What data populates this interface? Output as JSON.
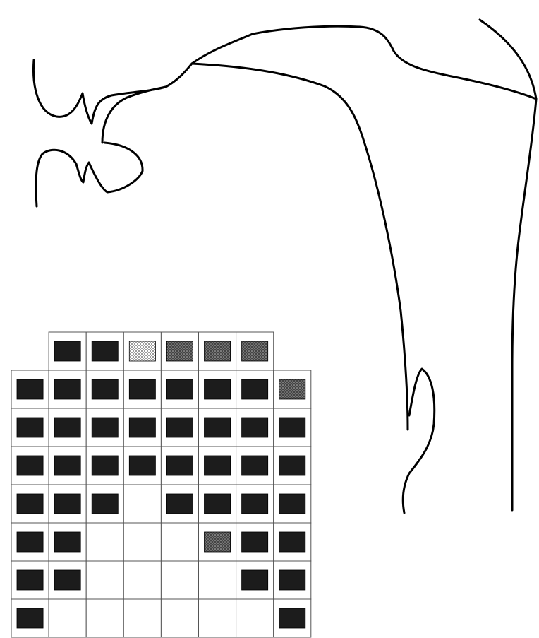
{
  "figure": {
    "outline_color": "#000000",
    "grid_line_color": "#555555",
    "fill_solid": "#1c1c1c",
    "fill_stipple_dark": "#3a3a3a",
    "fill_stipple_light": "#aaaaaa"
  },
  "electrode_grid": {
    "rows": [
      [
        "none",
        "solid",
        "solid",
        "stipple-light",
        "stipple-dark",
        "stipple-dark",
        "stipple-dark",
        "none"
      ],
      [
        "solid",
        "solid",
        "solid",
        "solid",
        "solid",
        "solid",
        "solid",
        "stipple-dark"
      ],
      [
        "solid",
        "solid",
        "solid",
        "solid",
        "solid",
        "solid",
        "solid",
        "solid"
      ],
      [
        "solid",
        "solid",
        "solid",
        "solid",
        "solid",
        "solid",
        "solid",
        "solid"
      ],
      [
        "solid",
        "solid",
        "solid",
        "empty",
        "solid",
        "solid",
        "solid",
        "solid"
      ],
      [
        "solid",
        "solid",
        "empty",
        "empty",
        "empty",
        "stipple-dark",
        "solid",
        "solid"
      ],
      [
        "solid",
        "solid",
        "empty",
        "empty",
        "empty",
        "empty",
        "solid",
        "solid"
      ],
      [
        "solid",
        "empty",
        "empty",
        "empty",
        "empty",
        "empty",
        "empty",
        "solid"
      ]
    ]
  }
}
